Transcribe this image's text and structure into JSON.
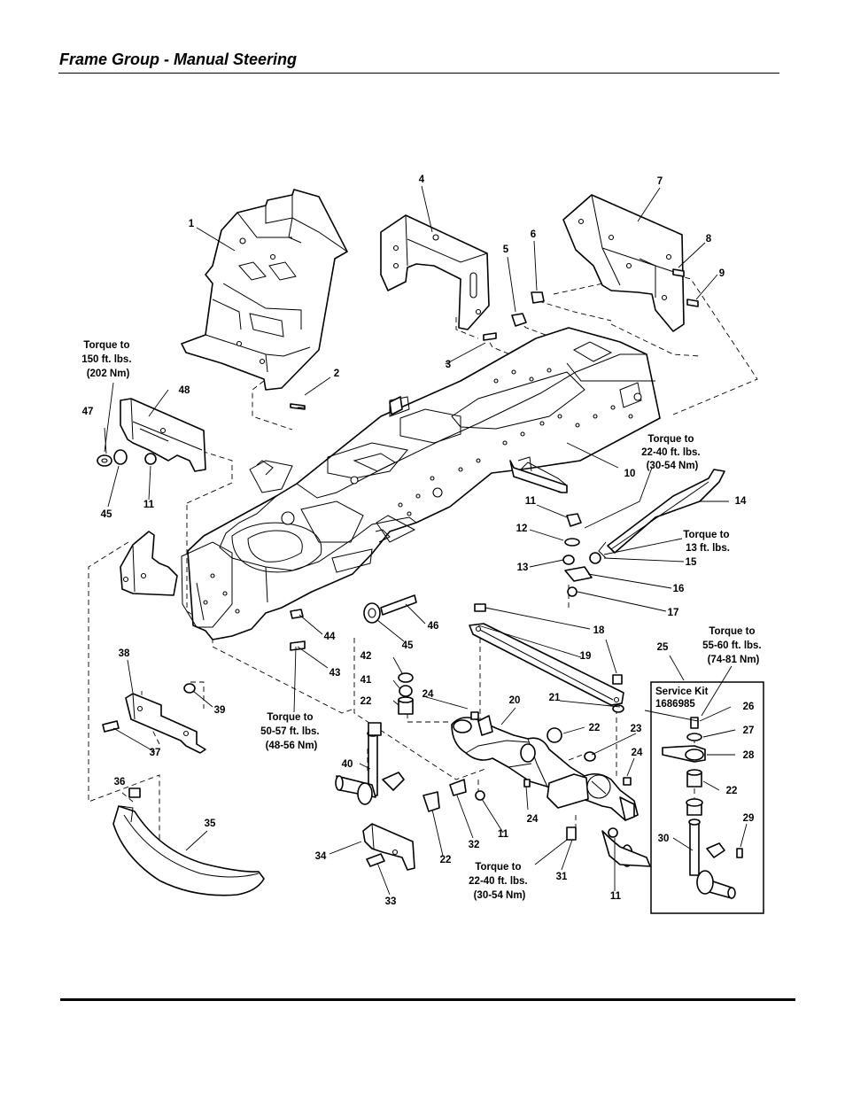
{
  "title": "Frame Group - Manual Steering",
  "callouts": [
    {
      "label": "1"
    },
    {
      "label": "2"
    },
    {
      "label": "3"
    },
    {
      "label": "4"
    },
    {
      "label": "5"
    },
    {
      "label": "6"
    },
    {
      "label": "7"
    },
    {
      "label": "8"
    },
    {
      "label": "9"
    },
    {
      "label": "10"
    },
    {
      "label": "11"
    },
    {
      "label": "11"
    },
    {
      "label": "11"
    },
    {
      "label": "11"
    },
    {
      "label": "12"
    },
    {
      "label": "13"
    },
    {
      "label": "14"
    },
    {
      "label": "15"
    },
    {
      "label": "16"
    },
    {
      "label": "17"
    },
    {
      "label": "18"
    },
    {
      "label": "19"
    },
    {
      "label": "20"
    },
    {
      "label": "21"
    },
    {
      "label": "22"
    },
    {
      "label": "22"
    },
    {
      "label": "22"
    },
    {
      "label": "22"
    },
    {
      "label": "23"
    },
    {
      "label": "24"
    },
    {
      "label": "24"
    },
    {
      "label": "24"
    },
    {
      "label": "25"
    },
    {
      "label": "26"
    },
    {
      "label": "27"
    },
    {
      "label": "28"
    },
    {
      "label": "29"
    },
    {
      "label": "30"
    },
    {
      "label": "31"
    },
    {
      "label": "32"
    },
    {
      "label": "33"
    },
    {
      "label": "34"
    },
    {
      "label": "35"
    },
    {
      "label": "36"
    },
    {
      "label": "37"
    },
    {
      "label": "38"
    },
    {
      "label": "39"
    },
    {
      "label": "40"
    },
    {
      "label": "41"
    },
    {
      "label": "42"
    },
    {
      "label": "43"
    },
    {
      "label": "44"
    },
    {
      "label": "45"
    },
    {
      "label": "45"
    },
    {
      "label": "46"
    },
    {
      "label": "47"
    },
    {
      "label": "48"
    }
  ],
  "torque_notes": [
    {
      "lines": [
        "Torque to",
        "150 ft. lbs.",
        "(202 Nm)"
      ]
    },
    {
      "lines": [
        "Torque to",
        "22-40 ft. lbs.",
        "(30-54 Nm)"
      ]
    },
    {
      "lines": [
        "Torque to",
        "13 ft. lbs."
      ]
    },
    {
      "lines": [
        "Torque to",
        "55-60 ft. lbs.",
        "(74-81 Nm)"
      ]
    },
    {
      "lines": [
        "Torque to",
        "50-57 ft. lbs.",
        "(48-56 Nm)"
      ]
    },
    {
      "lines": [
        "Torque to",
        "22-40 ft. lbs.",
        "(30-54 Nm)"
      ]
    }
  ],
  "service_kit": {
    "title": "Service Kit",
    "number": "1686985"
  }
}
